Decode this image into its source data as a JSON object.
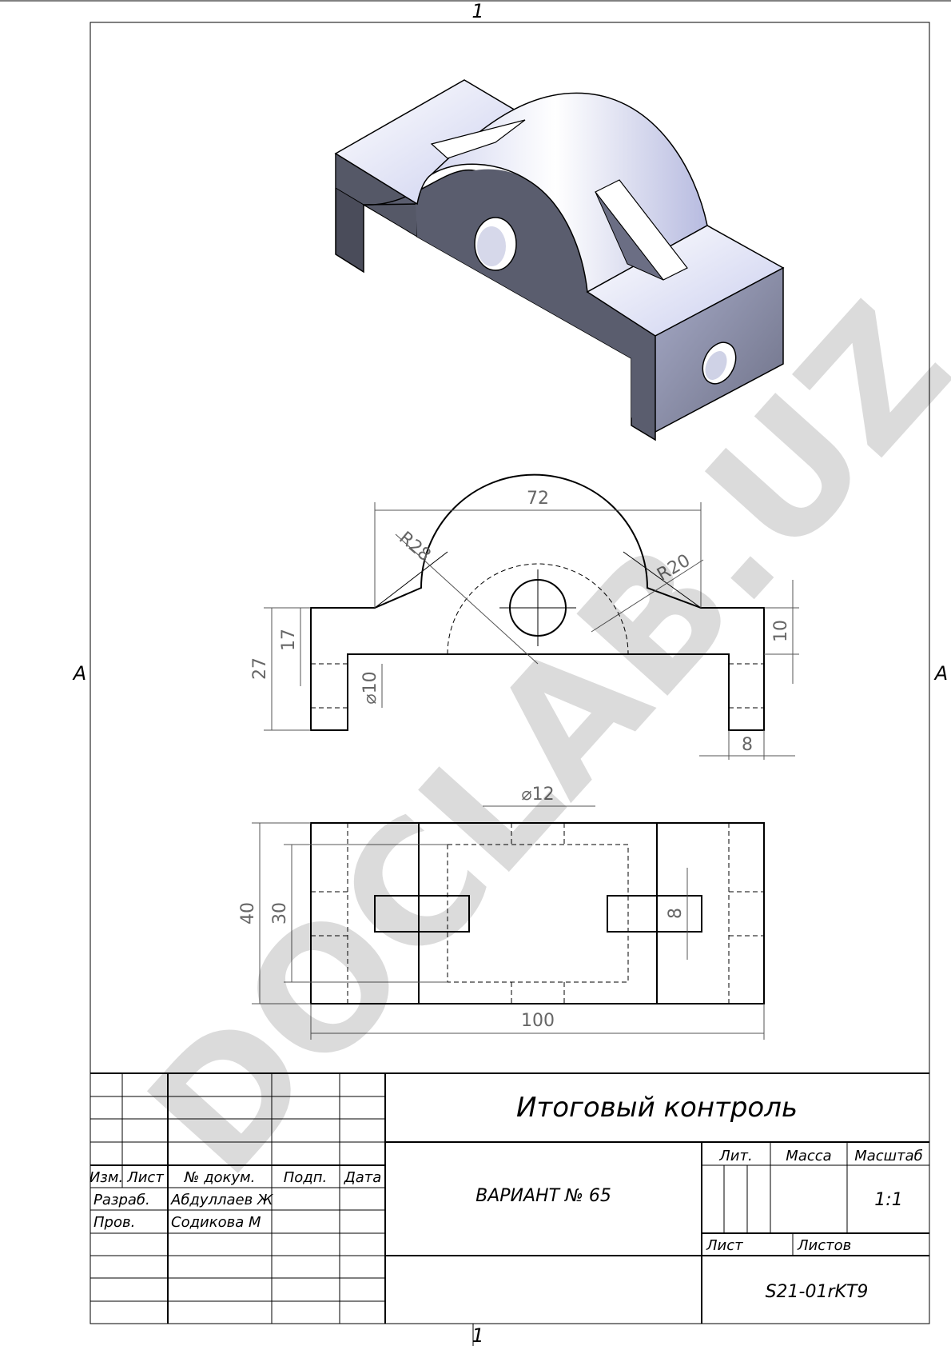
{
  "sheet": {
    "zone_top": "1",
    "zone_bottom": "1",
    "zone_left": "A",
    "zone_right": "A"
  },
  "watermark": "DOCLAB.UZ",
  "dimensions": {
    "front": {
      "overall_top": "72",
      "radius_outer": "R28",
      "radius_inner": "R20",
      "height_total": "27",
      "height_base": "17",
      "hole_dia": "⌀10",
      "thickness": "10",
      "leg_width": "8"
    },
    "top": {
      "hole_dia": "⌀12",
      "width_total": "40",
      "width_inner": "30",
      "slot": "8",
      "length": "100"
    }
  },
  "title_block": {
    "title": "Итоговый контроль",
    "variant": "ВАРИАНТ № 65",
    "doc_code": "S21-01rKT9",
    "headers": {
      "izm": "Изм.",
      "list": "Лист",
      "doc_no": "№ докум.",
      "podp": "Подп.",
      "date": "Дата"
    },
    "rows": {
      "razrab_label": "Разраб.",
      "razrab_name": "Абдуллаев Ж",
      "prov_label": "Пров.",
      "prov_name": "Содикова М"
    },
    "lit": "Лит.",
    "massa": "Масса",
    "masshtab": "Масштаб",
    "scale": "1:1",
    "sheet_label": "Лист",
    "sheets_label": "Листов"
  },
  "colors": {
    "part_light": "#d9dcf2",
    "part_dark": "#5a5d6e",
    "part_mid": "#8d90a8"
  }
}
